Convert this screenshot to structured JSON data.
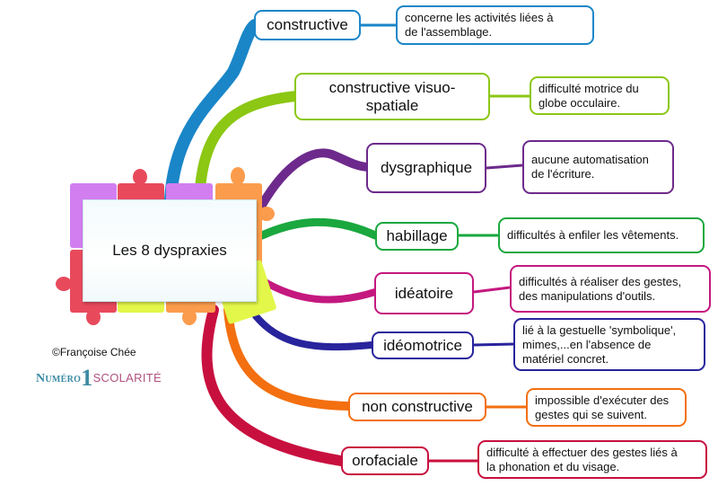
{
  "central": {
    "title": "Les 8 dyspraxies"
  },
  "credit": "©Françoise Chée",
  "logo": {
    "part1": "Numéro",
    "number": "1",
    "part2": "scolarité"
  },
  "branches": [
    {
      "label": "constructive",
      "description": "concerne les activités liées à\nde l'assemblage.",
      "color": "#1a86c8"
    },
    {
      "label": "constructive visuo-\nspatiale",
      "description": "difficulté motrice du\nglobe occulaire.",
      "color": "#8cc714"
    },
    {
      "label": "dysgraphique",
      "description": "aucune automatisation\nde l'écriture.",
      "color": "#6d2a8c"
    },
    {
      "label": "habillage",
      "description": "difficultés à enfiler les vêtements.",
      "color": "#1aa83f"
    },
    {
      "label": "idéatoire",
      "description": "difficultés à réaliser des gestes,\ndes manipulations d'outils.",
      "color": "#c4187f"
    },
    {
      "label": "idéomotrice",
      "description": "lié à la gestuelle 'symbolique',\nmimes,...en l'absence de\nmatériel concret.",
      "color": "#28249c"
    },
    {
      "label": "non constructive",
      "description": "impossible d'exécuter des\ngestes qui se suivent.",
      "color": "#f36f10"
    },
    {
      "label": "orofaciale",
      "description": "difficulté à effectuer des gestes liés à\nla phonation et du visage.",
      "color": "#c8103e"
    }
  ],
  "puzzle_colors": {
    "purple": "#d27ef0",
    "red": "#e84a5c",
    "orange": "#fb9c4c",
    "yellow": "#e2f74a"
  }
}
